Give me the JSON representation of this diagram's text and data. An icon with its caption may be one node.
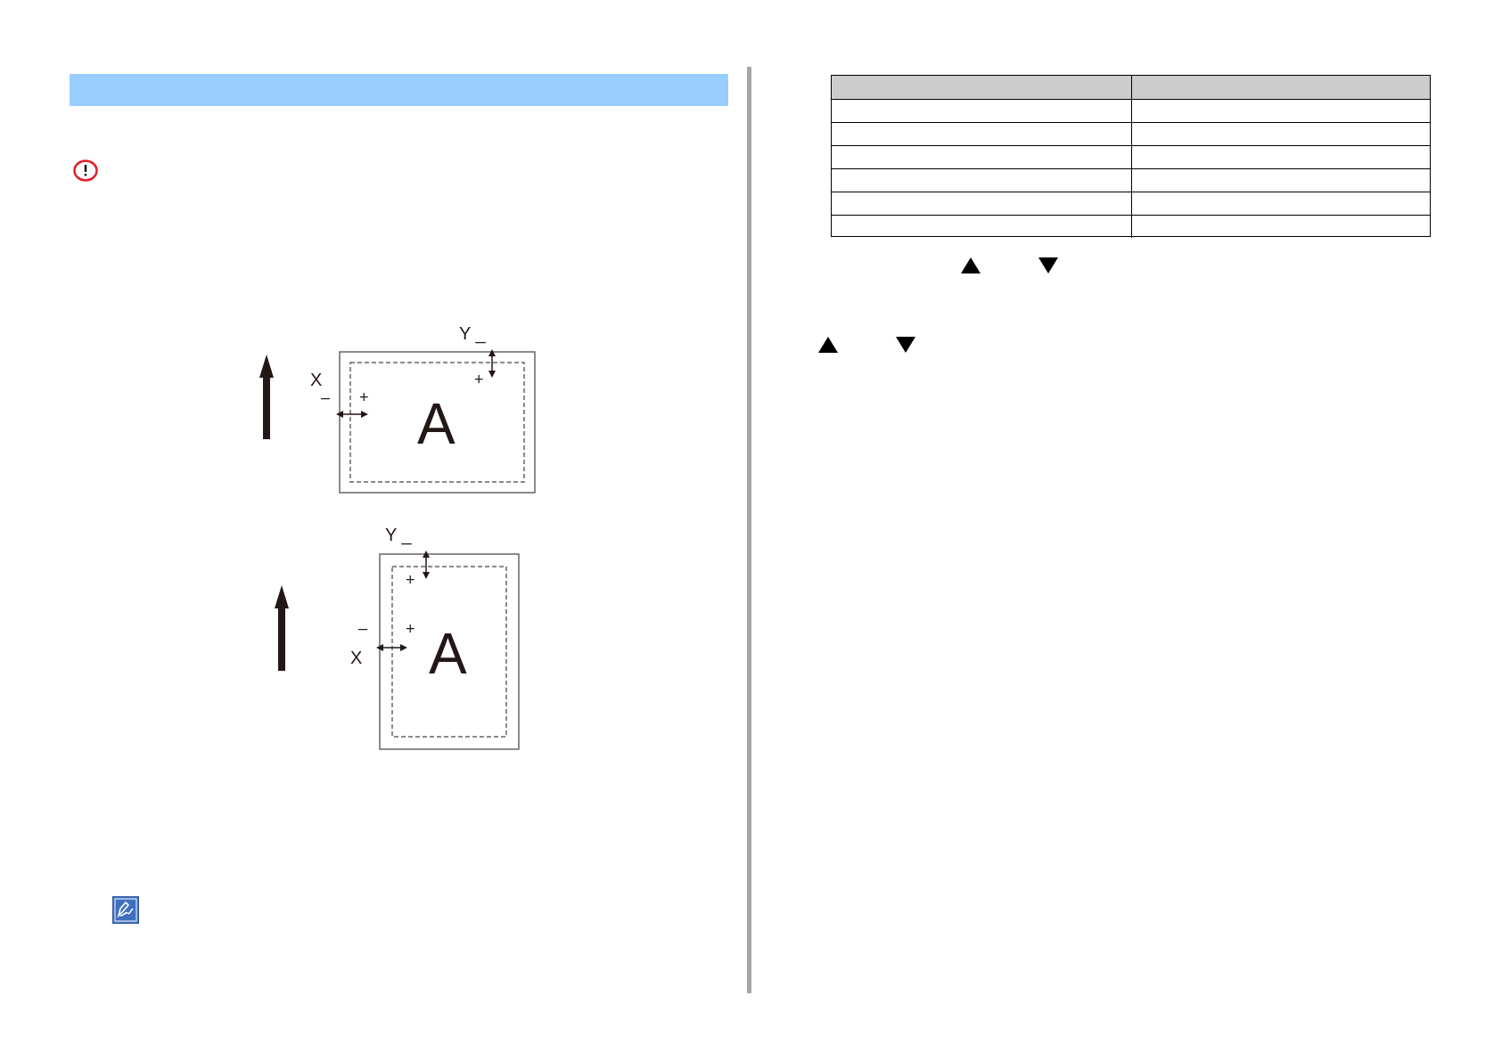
{
  "diagram": {
    "labels": [
      "Y _",
      "X",
      "–",
      "+",
      "+",
      "A",
      "Y _",
      "+",
      "–",
      "+",
      "X",
      "A"
    ]
  }
}
